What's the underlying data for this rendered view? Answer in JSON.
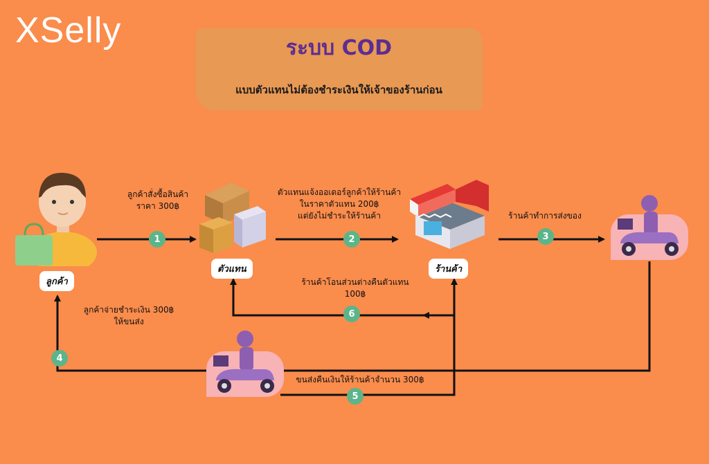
{
  "brand": {
    "logo_text": "XSelly"
  },
  "header": {
    "title": "ระบบ COD",
    "subtitle": "แบบตัวแทนไม่ต้องชำระเงินให้เจ้าของร้านก่อน"
  },
  "nodes": {
    "customer": "ลูกค้า",
    "agent": "ตัวแทน",
    "shop": "ร้านค้า"
  },
  "steps": [
    {
      "num": "1",
      "lines": [
        "ลูกค้าสั่งซื้อสินค้า",
        "ราคา 300฿"
      ]
    },
    {
      "num": "2",
      "lines": [
        "ตัวแทนแจ้งออเดอร์ลูกค้าให้ร้านค้า",
        "ในราคาตัวแทน 200฿",
        "แต่ยังไม่ชำระให้ร้านค้า"
      ]
    },
    {
      "num": "3",
      "lines": [
        "ร้านค้าทำการส่งของ"
      ]
    },
    {
      "num": "4",
      "lines": [
        "ลูกค้าจ่ายชำระเงิน 300฿",
        "ให้ขนส่ง"
      ]
    },
    {
      "num": "5",
      "lines": [
        "ขนส่งคืนเงินให้ร้านค้าจำนวน 300฿"
      ]
    },
    {
      "num": "6",
      "lines": [
        "ร้านค้าโอนส่วนต่างคืนตัวแทน",
        "100฿"
      ]
    }
  ],
  "colors": {
    "background": "#FA8C4C",
    "title": "#5B2E91",
    "step_badge": "#5CB58A",
    "rider": "#8E5FB0"
  },
  "icons": [
    "customer-avatar-icon",
    "boxes-icon",
    "shop-icon",
    "delivery-rider-icon"
  ]
}
